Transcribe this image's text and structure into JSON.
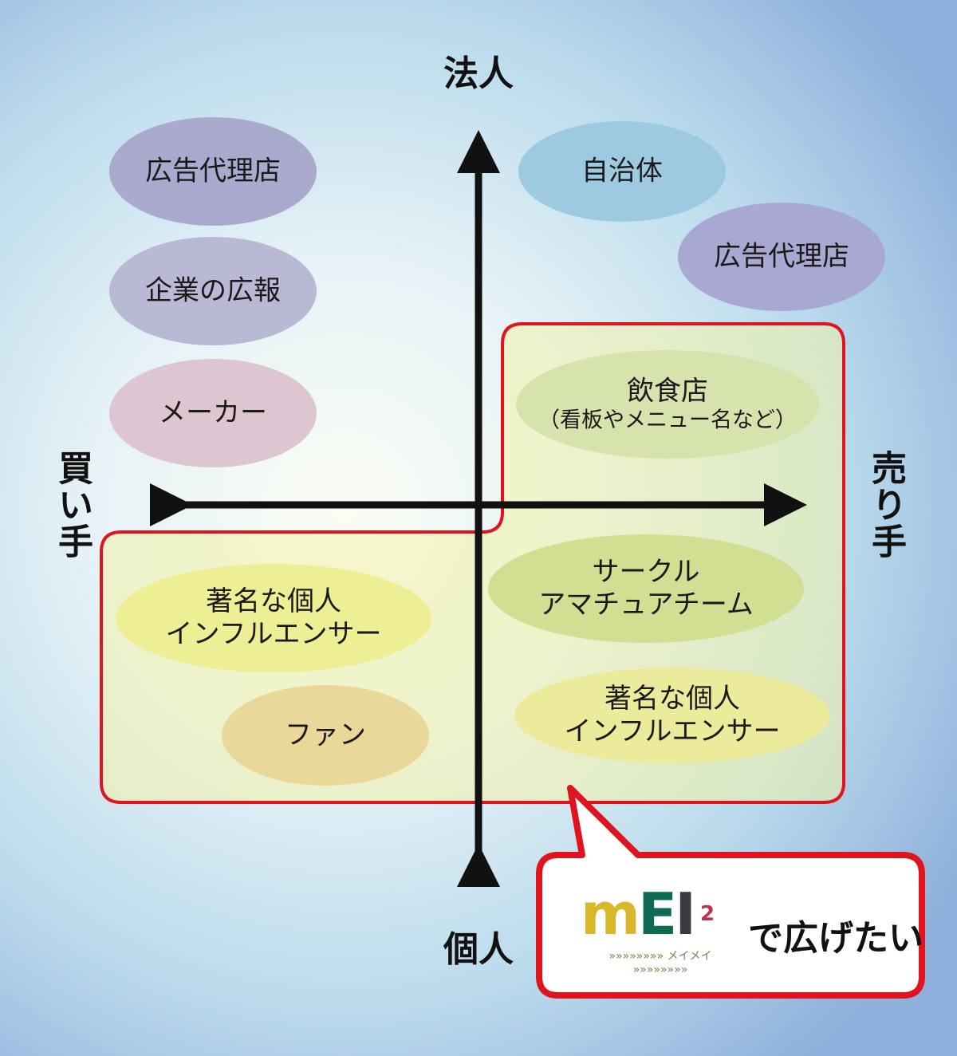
{
  "axes": {
    "top": "法人",
    "bottom": "個人",
    "left": "買い手",
    "right": "売り手"
  },
  "bubbles": [
    {
      "label": "広告代理店",
      "color": "#a9aacd"
    },
    {
      "label": "企業の広報",
      "color": "#b9b9d6"
    },
    {
      "label": "メーカー",
      "color": "#ddc6d2"
    },
    {
      "label": "自治体",
      "color": "#9dcae0"
    },
    {
      "label": "広告代理店",
      "color": "#a9a8d2"
    },
    {
      "label": "飲食店",
      "sub": "（看板やメニュー名など）",
      "color": "#b6d0b2"
    },
    {
      "label": "サークル",
      "sub": "アマチュアチーム",
      "color": "#a9c77a"
    },
    {
      "label": "著名な個人",
      "sub": "インフルエンサー",
      "color": "#e3e38c"
    },
    {
      "label": "著名な個人",
      "sub": "インフルエンサー",
      "color": "#e9e97f"
    },
    {
      "label": "ファン",
      "color": "#e0b98a"
    }
  ],
  "callout": {
    "logo": "mEI²",
    "logo_m": "m",
    "logo_e": "E",
    "logo_i": "I",
    "logo_sup": "2",
    "logo_kana": "»»»»»»»»  メイメイ  »»»»»»»»",
    "tagline": "で広げたい"
  },
  "colors": {
    "highlight": "#e0141e",
    "axis": "#111111"
  }
}
